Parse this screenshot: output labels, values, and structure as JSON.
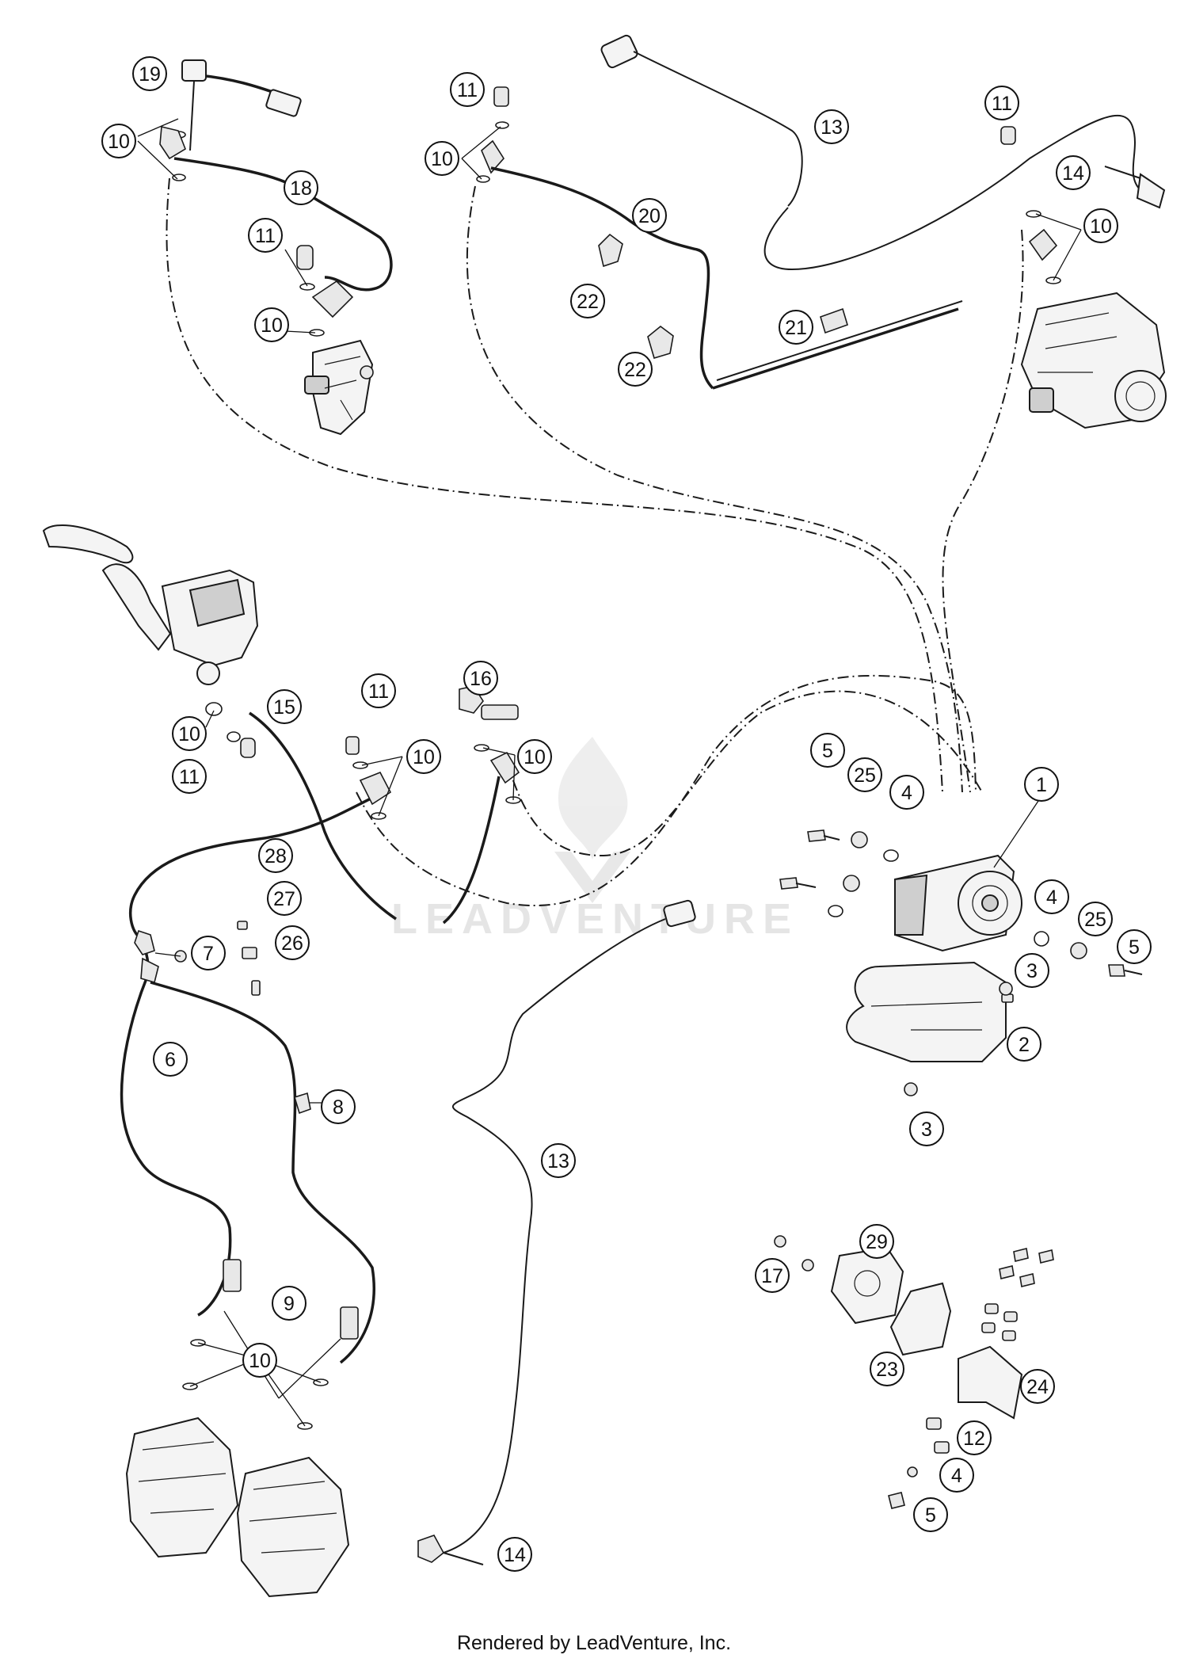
{
  "watermark": "LEADVENTURE",
  "footer": "Rendered by LeadVenture, Inc.",
  "callouts": [
    {
      "id": "c19",
      "label": "19"
    },
    {
      "id": "c10a",
      "label": "10"
    },
    {
      "id": "c18",
      "label": "18"
    },
    {
      "id": "c11a",
      "label": "11"
    },
    {
      "id": "c10b",
      "label": "10"
    },
    {
      "id": "c11b",
      "label": "11"
    },
    {
      "id": "c10c",
      "label": "10"
    },
    {
      "id": "c13a",
      "label": "13"
    },
    {
      "id": "c20",
      "label": "20"
    },
    {
      "id": "c22a",
      "label": "22"
    },
    {
      "id": "c22b",
      "label": "22"
    },
    {
      "id": "c21",
      "label": "21"
    },
    {
      "id": "c11c",
      "label": "11"
    },
    {
      "id": "c14a",
      "label": "14"
    },
    {
      "id": "c10d",
      "label": "10"
    },
    {
      "id": "c15",
      "label": "15"
    },
    {
      "id": "c10e",
      "label": "10"
    },
    {
      "id": "c11d",
      "label": "11"
    },
    {
      "id": "c11e",
      "label": "11"
    },
    {
      "id": "c10f",
      "label": "10"
    },
    {
      "id": "c16",
      "label": "16"
    },
    {
      "id": "c10g",
      "label": "10"
    },
    {
      "id": "c5a",
      "label": "5"
    },
    {
      "id": "c25a",
      "label": "25"
    },
    {
      "id": "c4a",
      "label": "4"
    },
    {
      "id": "c1",
      "label": "1"
    },
    {
      "id": "c28",
      "label": "28"
    },
    {
      "id": "c27",
      "label": "27"
    },
    {
      "id": "c26",
      "label": "26"
    },
    {
      "id": "c7",
      "label": "7"
    },
    {
      "id": "c4b",
      "label": "4"
    },
    {
      "id": "c25b",
      "label": "25"
    },
    {
      "id": "c5b",
      "label": "5"
    },
    {
      "id": "c3a",
      "label": "3"
    },
    {
      "id": "c2",
      "label": "2"
    },
    {
      "id": "c6",
      "label": "6"
    },
    {
      "id": "c8",
      "label": "8"
    },
    {
      "id": "c3b",
      "label": "3"
    },
    {
      "id": "c13b",
      "label": "13"
    },
    {
      "id": "c29",
      "label": "29"
    },
    {
      "id": "c17",
      "label": "17"
    },
    {
      "id": "c9",
      "label": "9"
    },
    {
      "id": "c23",
      "label": "23"
    },
    {
      "id": "c24",
      "label": "24"
    },
    {
      "id": "c10h",
      "label": "10"
    },
    {
      "id": "c12",
      "label": "12"
    },
    {
      "id": "c4c",
      "label": "4"
    },
    {
      "id": "c5c",
      "label": "5"
    },
    {
      "id": "c14b",
      "label": "14"
    }
  ]
}
